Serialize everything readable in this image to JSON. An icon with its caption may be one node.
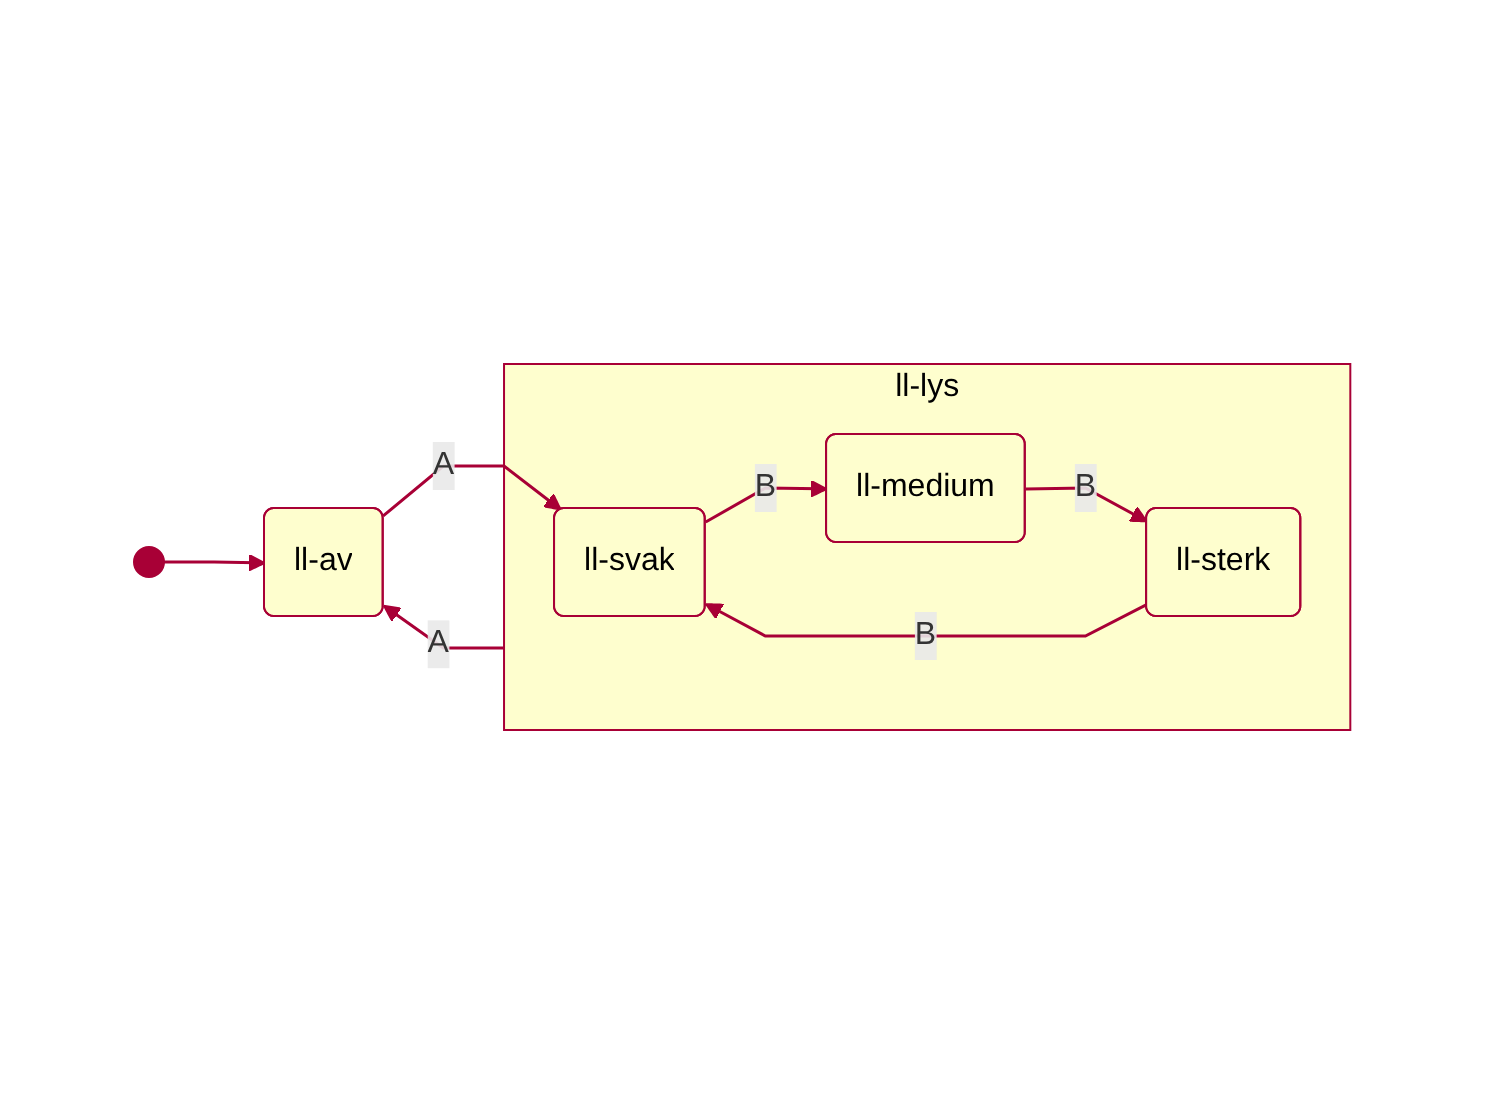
{
  "diagram": {
    "nodes": [
      {
        "text": [],
        "shape": "circle"
      },
      {
        "text": [
          "ll-av"
        ]
      },
      {
        "text": [
          "ll-lys"
        ]
      },
      {
        "text": [
          "ll-svak"
        ],
        "in": 2
      },
      {
        "text": [
          "ll-medium"
        ],
        "in": 2
      },
      {
        "text": [
          "ll-sterk"
        ],
        "in": 2
      }
    ],
    "edges": [
      {
        "from": 0,
        "to": 1,
        "arrow": "to"
      },
      {
        "from": 1,
        "to": 3,
        "label": "A",
        "arrow": "to"
      },
      {
        "from": 2,
        "to": 1,
        "label": "A",
        "arrow": "to"
      },
      {
        "from": 3,
        "to": 4,
        "label": "B",
        "arrow": "to"
      },
      {
        "from": 4,
        "to": 5,
        "label": "B",
        "arrow": "to"
      },
      {
        "from": 5,
        "to": 3,
        "label": "B",
        "arrow": "to"
      }
    ]
  }
}
